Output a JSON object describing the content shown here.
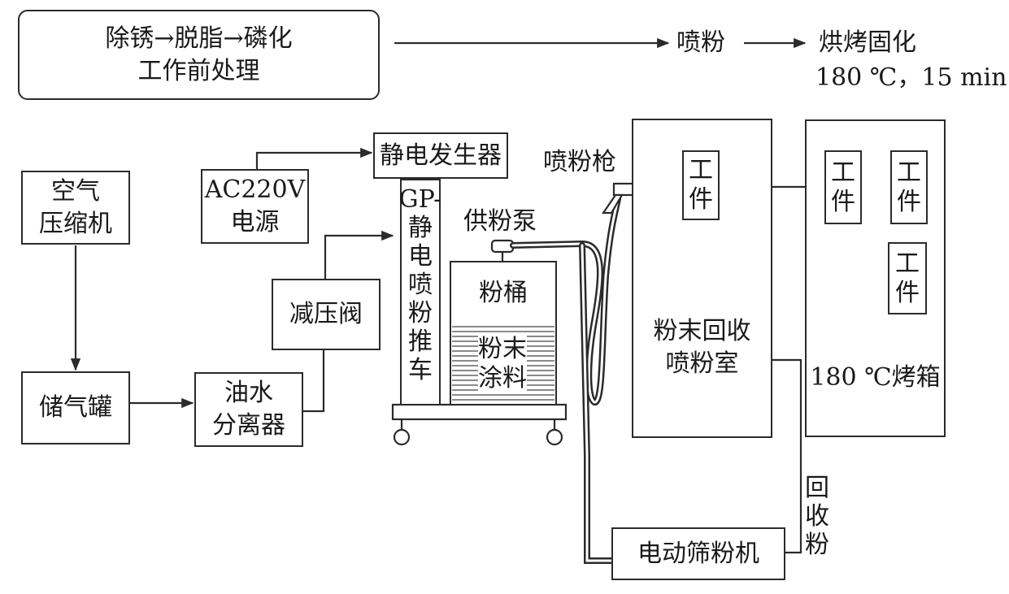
{
  "process": {
    "pretreatment_steps": "除锈→脱脂→磷化",
    "pretreatment_label": "工作前处理",
    "spray": "喷粉",
    "curing": "烘烤固化",
    "curing_conditions": "180 ℃，15 min"
  },
  "components": {
    "compressor": [
      "空气",
      "压缩机"
    ],
    "air_tank": "储气罐",
    "oil_water_separator": [
      "油水",
      "分离器"
    ],
    "pressure_valve": "减压阀",
    "power_supply": [
      "AC220V",
      "电源"
    ],
    "generator": "静电发生器",
    "cart": [
      "GP-",
      "静",
      "电",
      "喷",
      "粉",
      "推",
      "车"
    ],
    "powder_pump": "供粉泵",
    "powder_bucket": "粉桶",
    "powder_coating": [
      "粉末",
      "涂料"
    ],
    "spray_gun": "喷粉枪",
    "booth": [
      "粉末回收",
      "喷粉室"
    ],
    "workpiece": [
      "工",
      "件"
    ],
    "oven": "180 ℃烤箱",
    "sieve": "电动筛粉机",
    "recovered_powder": [
      "回",
      "收",
      "粉"
    ]
  },
  "colors": {
    "line": "#2b2b2b",
    "background": "#ffffff",
    "stripe": "#8a8a8a"
  }
}
